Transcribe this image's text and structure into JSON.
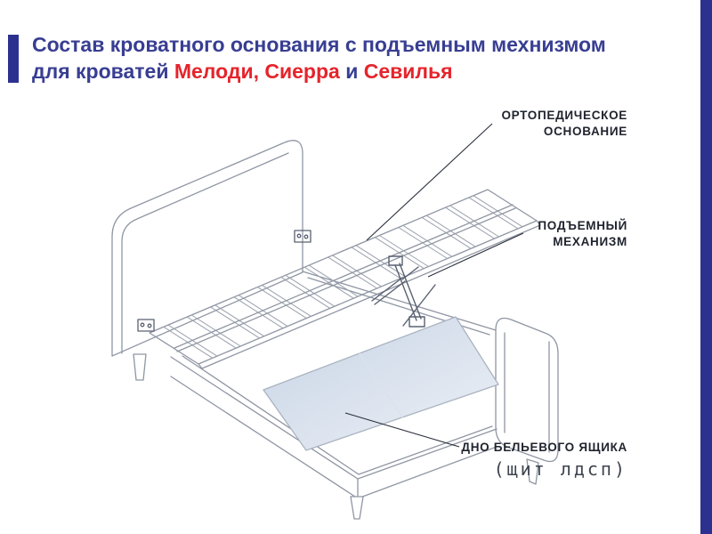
{
  "colors": {
    "accent_blue": "#2c3190",
    "accent_red": "#e5242b",
    "label_color": "#20242f",
    "drawing_line": "#8f96a3",
    "panel_fill_dark": "#c7d3e4",
    "panel_fill_light": "#edf1f7"
  },
  "title": {
    "line1": "Состав кроватного основания с подъемным мехнизмом",
    "line2_prefix": "для кроватей ",
    "line2_red1": "Мелоди, Сиерра",
    "line2_conjunction": " и ",
    "line2_red2": "Севилья"
  },
  "callouts": {
    "orthopedic_base": {
      "line1": "ОРТОПЕДИЧЕСКОЕ",
      "line2": "ОСНОВАНИЕ"
    },
    "lift_mechanism": {
      "line1": "ПОДЪЕМНЫЙ",
      "line2": "МЕХАНИЗМ"
    },
    "drawer_bottom": {
      "line1": "ДНО БЕЛЬЕВОГО ЯЩИКА",
      "line2": "(щит лдсп)"
    }
  }
}
